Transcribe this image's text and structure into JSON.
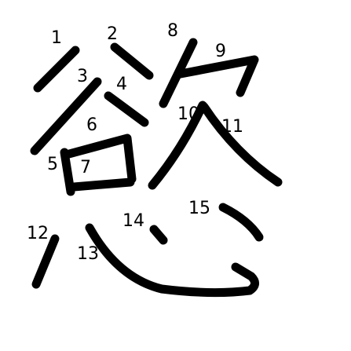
{
  "character": "慾",
  "stroke_color": "#000000",
  "background_color": "#ffffff",
  "stroke_numbers": [
    "1",
    "2",
    "3",
    "4",
    "5",
    "6",
    "7",
    "8",
    "9",
    "10",
    "11",
    "12",
    "13",
    "14",
    "15"
  ]
}
